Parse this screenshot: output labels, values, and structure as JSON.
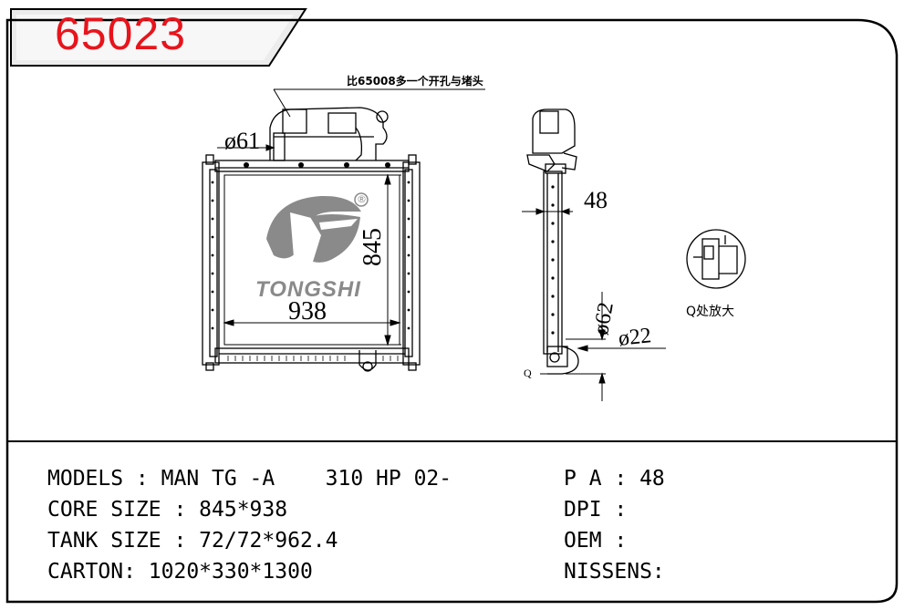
{
  "header": {
    "part_number": "65023"
  },
  "drawing": {
    "note_top": "比65008多一个开孔与堵头",
    "dim_hole": "ø61",
    "dim_width": "938",
    "dim_height": "845",
    "dim_depth": "48",
    "dim_outlet_large": "ø62",
    "dim_outlet_small": "ø22",
    "label_q": "Q",
    "detail_caption": "Q处放大",
    "brand_text": "TONGSHI",
    "registered_mark": "®"
  },
  "specs": {
    "models": "MODELS : MAN TG -A    310 HP 02-",
    "core_size": "CORE SIZE : 845*938",
    "tank_size": "TANK SIZE : 72/72*962.4",
    "carton": "CARTON: 1020*330*1300",
    "pa": "P A : 48",
    "dpi": "DPI :",
    "oem": "OEM :",
    "nissens": "NISSENS:"
  },
  "colors": {
    "title_red": "#e8141c",
    "logo_gray": "#8a8a8a",
    "line_black": "#000000"
  }
}
